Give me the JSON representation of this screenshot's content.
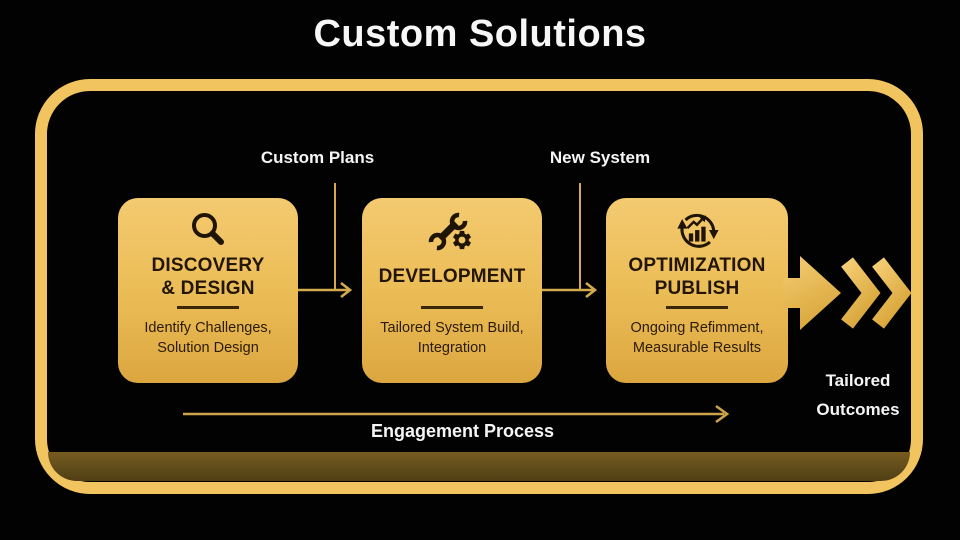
{
  "title": "Custom Solutions",
  "flow": {
    "stages": [
      {
        "icon": "magnifier-icon",
        "title": "DISCOVERY\n& DESIGN",
        "subtitle": "Identify Challenges,\nSolution Design"
      },
      {
        "icon": "wrench-gear-icon",
        "title": "DEVELOPMENT",
        "subtitle": "Tailored System Build,\nIntegration"
      },
      {
        "icon": "growth-cycle-icon",
        "title": "OPTIMIZATION\nPUBLISH",
        "subtitle": "Ongoing Refimment,\nMeasurable Results"
      }
    ],
    "connectors": [
      {
        "label": "Custom Plans"
      },
      {
        "label": "New System"
      }
    ],
    "outcome_label": "Tailored\nOutcomes",
    "process_label": "Engagement Process"
  },
  "colors": {
    "background": "#020202",
    "frame_gold": "#F1C45F",
    "box_gold_top": "#F4CA70",
    "box_gold_bottom": "#DCA63F",
    "connector_gold": "#D3AA4E",
    "band_olive": "#775C20",
    "text_dark": "#241607",
    "text_light": "#F5F5F5"
  }
}
